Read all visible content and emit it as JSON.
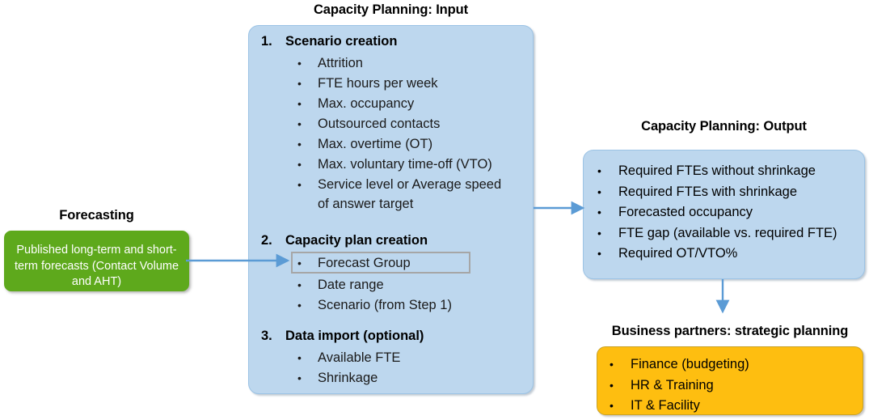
{
  "headings": {
    "input": "Capacity Planning: Input",
    "output": "Capacity Planning: Output",
    "forecasting": "Forecasting",
    "business_partners": "Business partners: strategic planning"
  },
  "colors": {
    "blue_fill": "#bdd7ee",
    "blue_border": "#9cc3e5",
    "green_fill": "#5ea91c",
    "orange_fill": "#febe10",
    "arrow": "#5b9bd5",
    "highlight_border": "#a6a6a6"
  },
  "input_box": {
    "steps": [
      {
        "index": "1.",
        "title": "Scenario creation",
        "bullets": [
          "Attrition",
          "FTE hours per week",
          "Max. occupancy",
          "Outsourced contacts",
          "Max. overtime (OT)",
          "Max. voluntary time-off (VTO)",
          "Service level or Average speed of answer target"
        ]
      },
      {
        "index": "2.",
        "title": "Capacity plan creation",
        "bullets": [
          "Forecast Group",
          "Date range",
          "Scenario (from Step 1)"
        ]
      },
      {
        "index": "3.",
        "title": "Data import (optional)",
        "bullets": [
          "Available FTE",
          "Shrinkage"
        ]
      }
    ]
  },
  "output_box": {
    "bullets": [
      "Required FTEs without shrinkage",
      "Required FTEs with shrinkage",
      "Forecasted occupancy",
      "FTE gap (available vs. required FTE)",
      "Required OT/VTO%"
    ]
  },
  "forecasting_box": {
    "text": "Published long-term and short-term forecasts (Contact Volume and AHT)"
  },
  "business_partners_box": {
    "bullets": [
      "Finance (budgeting)",
      "HR & Training",
      "IT & Facility"
    ]
  },
  "bullet_glyph": "•"
}
